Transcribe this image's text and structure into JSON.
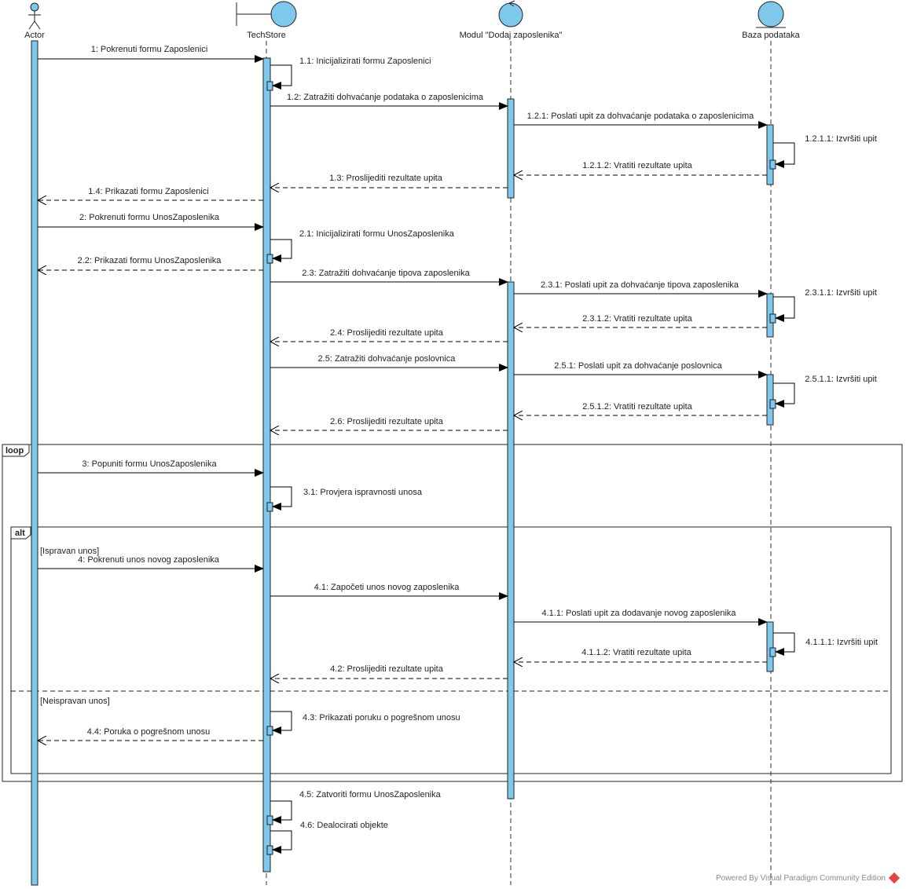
{
  "lifelines": [
    {
      "id": "actor",
      "label": "Actor",
      "kind": "actor"
    },
    {
      "id": "techstore",
      "label": "TechStore",
      "kind": "boundary"
    },
    {
      "id": "modul",
      "label": "Modul \"Dodaj zaposlenika\"",
      "kind": "control"
    },
    {
      "id": "baza",
      "label": "Baza podataka",
      "kind": "entity"
    }
  ],
  "messages": [
    {
      "label": "1: Pokrenuti formu Zaposlenici",
      "from": "actor",
      "to": "techstore",
      "kind": "call"
    },
    {
      "label": "1.1: Inicijalizirati formu Zaposlenici",
      "from": "techstore",
      "to": "techstore",
      "kind": "self"
    },
    {
      "label": "1.2: Zatražiti dohvaćanje podataka o zaposlenicima",
      "from": "techstore",
      "to": "modul",
      "kind": "call"
    },
    {
      "label": "1.2.1: Poslati upit za dohvaćanje podataka o zaposlenicima",
      "from": "modul",
      "to": "baza",
      "kind": "call"
    },
    {
      "label": "1.2.1.1: Izvršiti upit",
      "from": "baza",
      "to": "baza",
      "kind": "self"
    },
    {
      "label": "1.2.1.2: Vratiti rezultate upita",
      "from": "baza",
      "to": "modul",
      "kind": "return"
    },
    {
      "label": "1.3: Proslijediti rezultate upita",
      "from": "modul",
      "to": "techstore",
      "kind": "return"
    },
    {
      "label": "1.4: Prikazati formu Zaposlenici",
      "from": "techstore",
      "to": "actor",
      "kind": "return"
    },
    {
      "label": "2: Pokrenuti formu UnosZaposlenika",
      "from": "actor",
      "to": "techstore",
      "kind": "call"
    },
    {
      "label": "2.1: Inicijalizirati formu UnosZaposlenika",
      "from": "techstore",
      "to": "techstore",
      "kind": "self"
    },
    {
      "label": "2.2: Prikazati formu UnosZaposlenika",
      "from": "techstore",
      "to": "actor",
      "kind": "return"
    },
    {
      "label": "2.3: Zatražiti dohvaćanje tipova zaposlenika",
      "from": "techstore",
      "to": "modul",
      "kind": "call"
    },
    {
      "label": "2.3.1: Poslati upit za dohvaćanje tipova zaposlenika",
      "from": "modul",
      "to": "baza",
      "kind": "call"
    },
    {
      "label": "2.3.1.1: Izvršiti upit",
      "from": "baza",
      "to": "baza",
      "kind": "self"
    },
    {
      "label": "2.3.1.2: Vratiti rezultate upita",
      "from": "baza",
      "to": "modul",
      "kind": "return"
    },
    {
      "label": "2.4: Proslijediti rezultate upita",
      "from": "modul",
      "to": "techstore",
      "kind": "return"
    },
    {
      "label": "2.5: Zatražiti dohvaćanje poslovnica",
      "from": "techstore",
      "to": "modul",
      "kind": "call"
    },
    {
      "label": "2.5.1: Poslati upit za dohvaćanje poslovnica",
      "from": "modul",
      "to": "baza",
      "kind": "call"
    },
    {
      "label": "2.5.1.1: Izvršiti upit",
      "from": "baza",
      "to": "baza",
      "kind": "self"
    },
    {
      "label": "2.5.1.2: Vratiti rezultate upita",
      "from": "baza",
      "to": "modul",
      "kind": "return"
    },
    {
      "label": "2.6: Proslijediti rezultate upita",
      "from": "modul",
      "to": "techstore",
      "kind": "return"
    },
    {
      "label": "3: Popuniti formu UnosZaposlenika",
      "from": "actor",
      "to": "techstore",
      "kind": "call"
    },
    {
      "label": "3.1: Provjera ispravnosti unosa",
      "from": "techstore",
      "to": "techstore",
      "kind": "self"
    },
    {
      "label": "4: Pokrenuti unos novog zaposlenika",
      "from": "actor",
      "to": "techstore",
      "kind": "call"
    },
    {
      "label": "4.1: Započeti unos novog zaposlenika",
      "from": "techstore",
      "to": "modul",
      "kind": "call"
    },
    {
      "label": "4.1.1: Poslati upit za dodavanje novog zaposlenika",
      "from": "modul",
      "to": "baza",
      "kind": "call"
    },
    {
      "label": "4.1.1.1: Izvršiti upit",
      "from": "baza",
      "to": "baza",
      "kind": "self"
    },
    {
      "label": "4.1.1.2: Vratiti rezultate upita",
      "from": "baza",
      "to": "modul",
      "kind": "return"
    },
    {
      "label": "4.2: Proslijediti rezultate upita",
      "from": "modul",
      "to": "techstore",
      "kind": "return"
    },
    {
      "label": "4.3: Prikazati poruku o pogrešnom unosu",
      "from": "techstore",
      "to": "techstore",
      "kind": "self"
    },
    {
      "label": "4.4: Poruka o pogrešnom unosu",
      "from": "techstore",
      "to": "actor",
      "kind": "return"
    },
    {
      "label": "4.5: Zatvoriti formu UnosZaposlenika",
      "from": "techstore",
      "to": "techstore",
      "kind": "self"
    },
    {
      "label": "4.6: Dealocirati objekte",
      "from": "techstore",
      "to": "techstore",
      "kind": "self"
    }
  ],
  "fragments": {
    "loop": {
      "tag": "loop"
    },
    "alt": {
      "tag": "alt",
      "guard1": "[Ispravan unos]",
      "guard2": "[Neispravan unos]"
    }
  },
  "footer": {
    "text": "Powered By Visual Paradigm Community Edition"
  },
  "colors": {
    "activation": "#7ec8ec",
    "lifeline_head": "#7ec8ec",
    "line": "#000000"
  }
}
